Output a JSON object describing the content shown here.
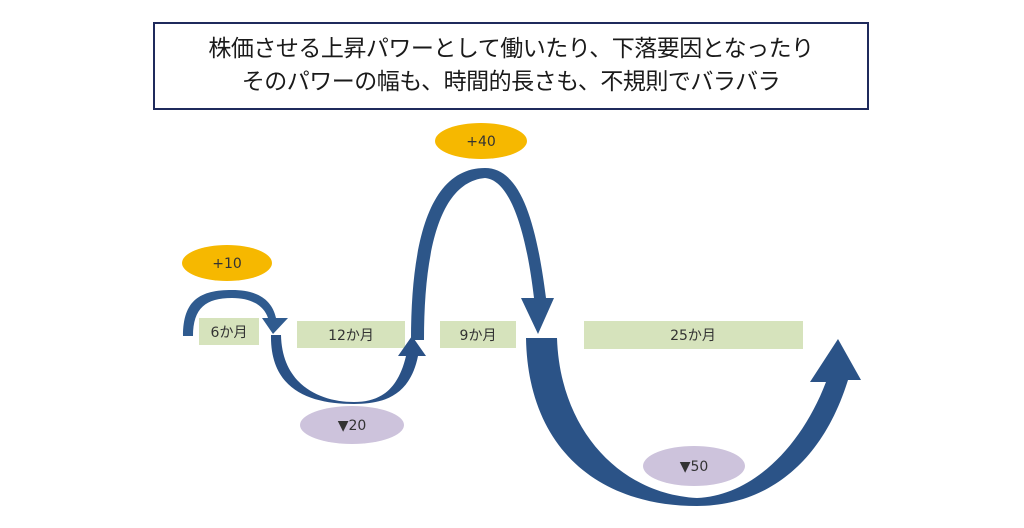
{
  "title": {
    "line1": "株価させる上昇パワーとして働いたり、下落要因となったり",
    "line2": "そのパワーの幅も、時間的長さも、不規則でバラバラ"
  },
  "colors": {
    "arrow": "#2f5b8f",
    "arrow_dark": "#25456f",
    "rise_badge": "#f6b800",
    "fall_badge": "#cdc3dc",
    "period_box": "#d6e3bc",
    "title_border": "#1f2a5c"
  },
  "phases": [
    {
      "type": "rise",
      "change": "+10",
      "duration": "6か月"
    },
    {
      "type": "fall",
      "change": "▼20",
      "duration": "12か月"
    },
    {
      "type": "rise",
      "change": "+40",
      "duration": "9か月"
    },
    {
      "type": "fall",
      "change": "▼50",
      "duration": "25か月"
    }
  ]
}
